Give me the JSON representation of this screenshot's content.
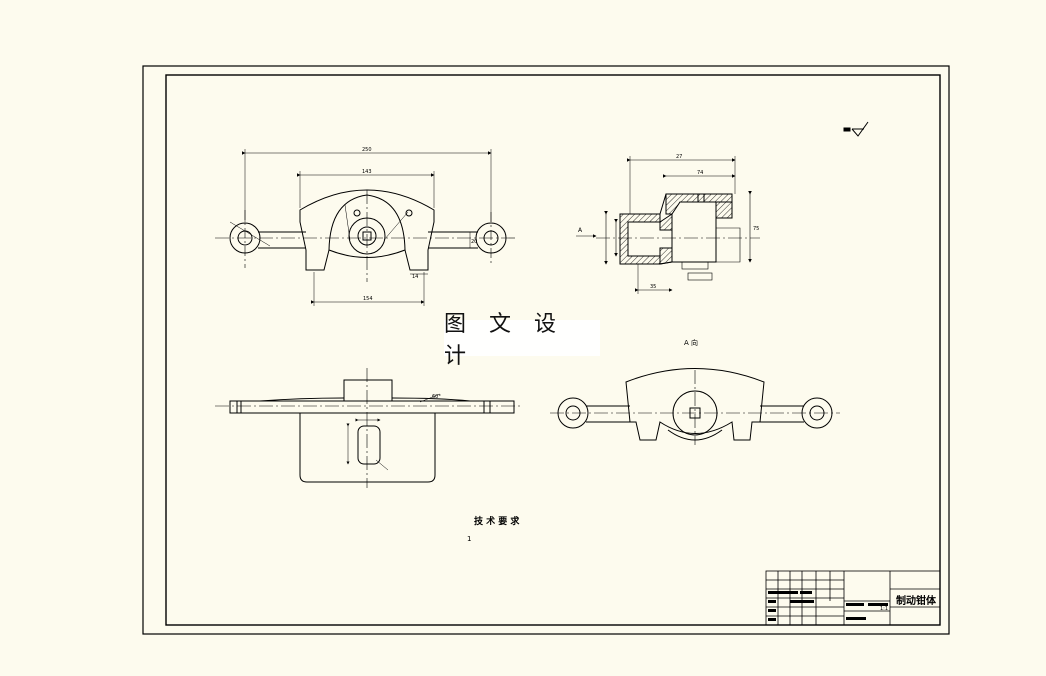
{
  "drawing": {
    "part_name": "制动钳体",
    "scale": "1:1",
    "view_a_label": "A 向",
    "arrow_a_label": "A",
    "tech_req_title": "技 术 要 求",
    "tech_req_item": "1",
    "watermark": "图 文 设 计",
    "dims": {
      "front_overall": "250",
      "front_top": "143",
      "front_bottom": "154",
      "front_right_small": "14",
      "front_right_h": "20",
      "section_top": "27",
      "section_mid": "74",
      "section_bottom": "35",
      "section_right": "75",
      "angle_1": "60°"
    }
  }
}
